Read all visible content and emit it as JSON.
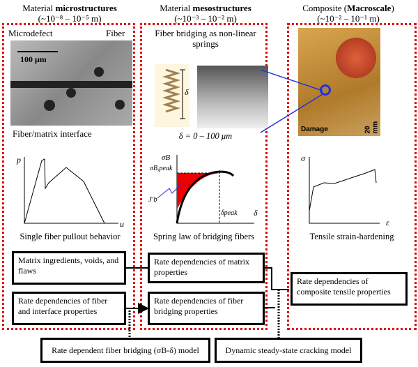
{
  "columns": [
    {
      "title_pre": "Material ",
      "title_bold": "microstructures",
      "scale": "(~10⁻⁸ – 10⁻⁵ m)"
    },
    {
      "title_pre": "Material ",
      "title_bold": "mesostructures",
      "scale": "(~10⁻³ – 10⁻² m)"
    },
    {
      "title_pre": "Composite (",
      "title_bold": "Macroscale",
      "title_post": ")",
      "scale": "(~10⁻² – 10⁻¹ m)"
    }
  ],
  "micro": {
    "microdefect": "Microdefect",
    "fiber": "Fiber",
    "scalebar": "100 μm",
    "interface": "Fiber/matrix interface",
    "y_axis": "p",
    "x_axis": "u",
    "caption": "Single fiber pullout behavior"
  },
  "meso": {
    "title": "Fiber bridging as non-linear springs",
    "delta": "δ",
    "range": "δ = 0 – 100 μm",
    "y_axis": "σB",
    "peak": "σB,peak",
    "slope": "J'b",
    "dpeak": "δpeak",
    "x_axis": "δ",
    "caption": "Spring law of bridging fibers"
  },
  "macro": {
    "damage": "Damage",
    "scalebar": "20 mm",
    "y_axis": "σ",
    "x_axis": "ε",
    "caption": "Tensile strain-hardening"
  },
  "boxes": {
    "matrix_ingr": "Matrix ingredients, voids, and flaws",
    "fiber_iface": "Rate dependencies of fiber and interface properties",
    "matrix_rate": "Rate dependencies of matrix properties",
    "bridging_rate": "Rate dependencies of fiber bridging properties",
    "composite_rate": "Rate dependencies of composite tensile properties",
    "bridging_model": "Rate dependent fiber bridging (σB-δ) model",
    "cracking_model": "Dynamic steady-state cracking model"
  },
  "colors": {
    "panel": "#e00000",
    "fill": "#ee0000",
    "link": "#2233dd"
  }
}
